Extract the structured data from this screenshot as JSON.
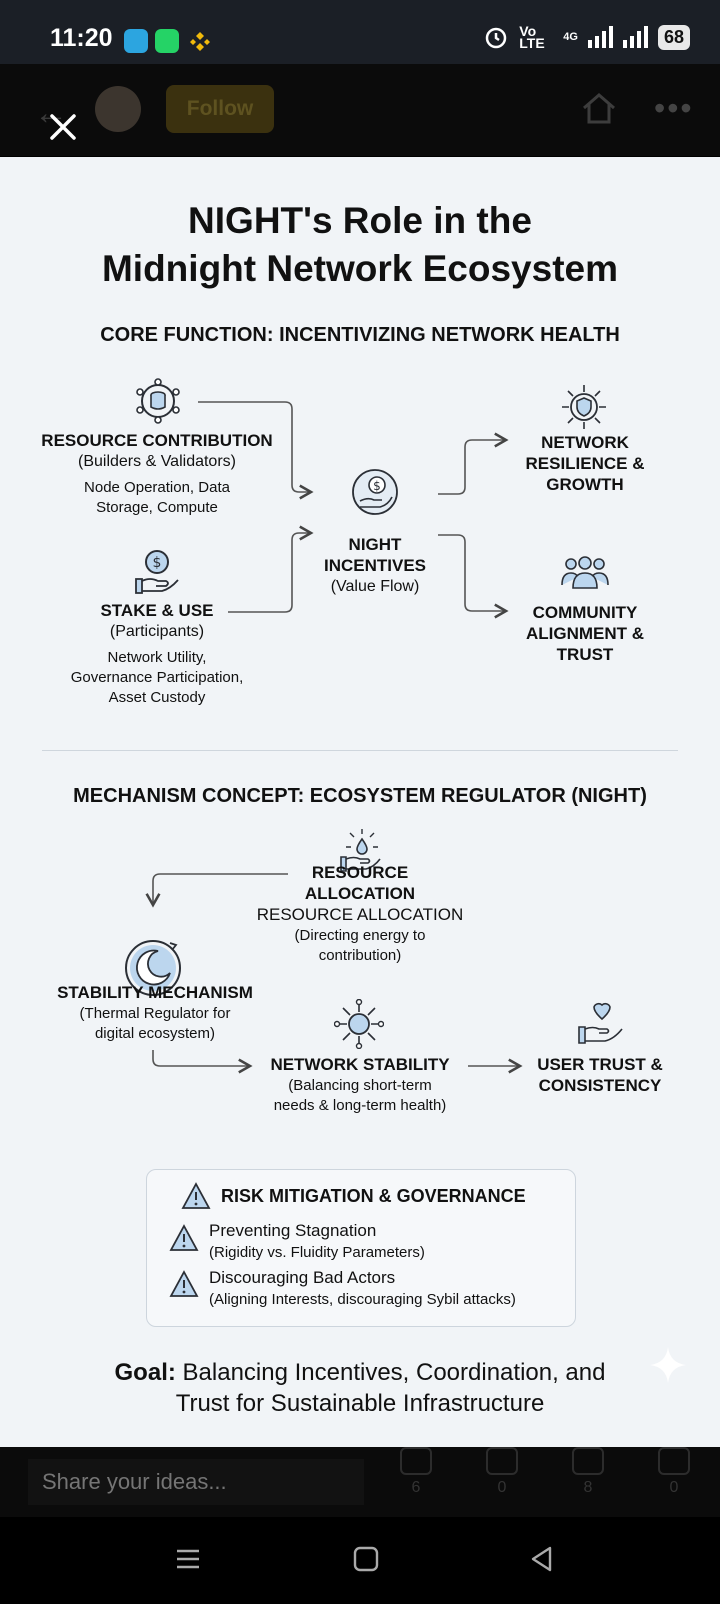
{
  "status_bar": {
    "time": "11:20",
    "network": "Vo LTE",
    "signal": "4G",
    "battery": "68",
    "app_icons": [
      "telegram-icon",
      "whatsapp-icon",
      "binance-icon"
    ]
  },
  "header": {
    "follow_label": "Follow"
  },
  "infographic": {
    "title_line1": "NIGHT's Role in the",
    "title_line2": "Midnight Network Ecosystem",
    "core": {
      "heading": "CORE FUNCTION: INCENTIVIZING NETWORK HEALTH",
      "resource_contribution": {
        "title": "RESOURCE CONTRIBUTION",
        "subtitle": "(Builders & Validators)",
        "detail1": "Node Operation, Data",
        "detail2": "Storage, Compute"
      },
      "stake_use": {
        "title": "STAKE & USE",
        "subtitle": "(Participants)",
        "detail1": "Network Utility,",
        "detail2": "Governance Participation,",
        "detail3": "Asset Custody"
      },
      "night_incentives": {
        "title1": "NIGHT",
        "title2": "INCENTIVES",
        "subtitle": "(Value Flow)"
      },
      "resilience": {
        "line1": "NETWORK",
        "line2": "RESILIENCE &",
        "line3": "GROWTH"
      },
      "community": {
        "line1": "COMMUNITY",
        "line2": "ALIGNMENT &",
        "line3": "TRUST"
      }
    },
    "mechanism": {
      "heading": "MECHANISM CONCEPT: ECOSYSTEM REGULATOR (NIGHT)",
      "resource_allocation": {
        "title1": "RESOURCE",
        "title2": "ALLOCATION",
        "title3": "RESOURCE ALLOCATION",
        "detail1": "(Directing energy to",
        "detail2": "contribution)"
      },
      "stability_mechanism": {
        "title": "STABILITY MECHANISM",
        "detail1": "(Thermal Regulator for",
        "detail2": "digital ecosystem)"
      },
      "network_stability": {
        "title": "NETWORK STABILITY",
        "detail1": "(Balancing short-term",
        "detail2": "needs & long-term health)"
      },
      "user_trust": {
        "line1": "USER TRUST &",
        "line2": "CONSISTENCY"
      }
    },
    "risk": {
      "title": "RISK MITIGATION & GOVERNANCE",
      "items": [
        {
          "title": "Preventing Stagnation",
          "detail": "(Rigidity vs. Fluidity Parameters)"
        },
        {
          "title": "Discouraging Bad Actors",
          "detail": "(Aligning Interests, discouraging Sybil attacks)"
        }
      ]
    },
    "goal": {
      "label": "Goal:",
      "line1_rest": " Balancing Incentives, Coordination, and",
      "line2": "Trust for Sustainable Infrastructure"
    }
  },
  "comment_bar": {
    "placeholder": "Share your ideas...",
    "comments": "6",
    "reposts": "0",
    "likes": "8",
    "shares": "0"
  },
  "colors": {
    "accent_blue": "#bcd6ee",
    "icon_stroke": "#2b2f36",
    "follow_bg": "#3b310f"
  }
}
